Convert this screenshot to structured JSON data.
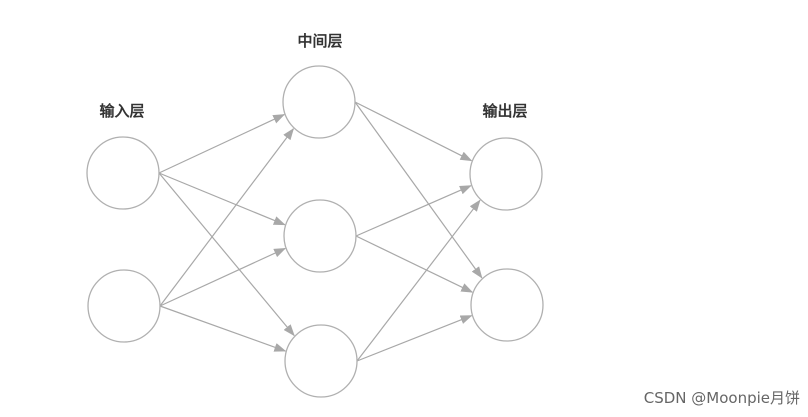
{
  "labels": {
    "input_layer": "输入层",
    "hidden_layer": "中间层",
    "output_layer": "输出层"
  },
  "watermark": "CSDN @Moonpie月饼",
  "layers": {
    "input": 2,
    "hidden": 3,
    "output": 2
  },
  "colors": {
    "node_stroke": "#b0b0b0",
    "edge": "#a8a8a8",
    "label": "#333333",
    "watermark": "#666666"
  }
}
